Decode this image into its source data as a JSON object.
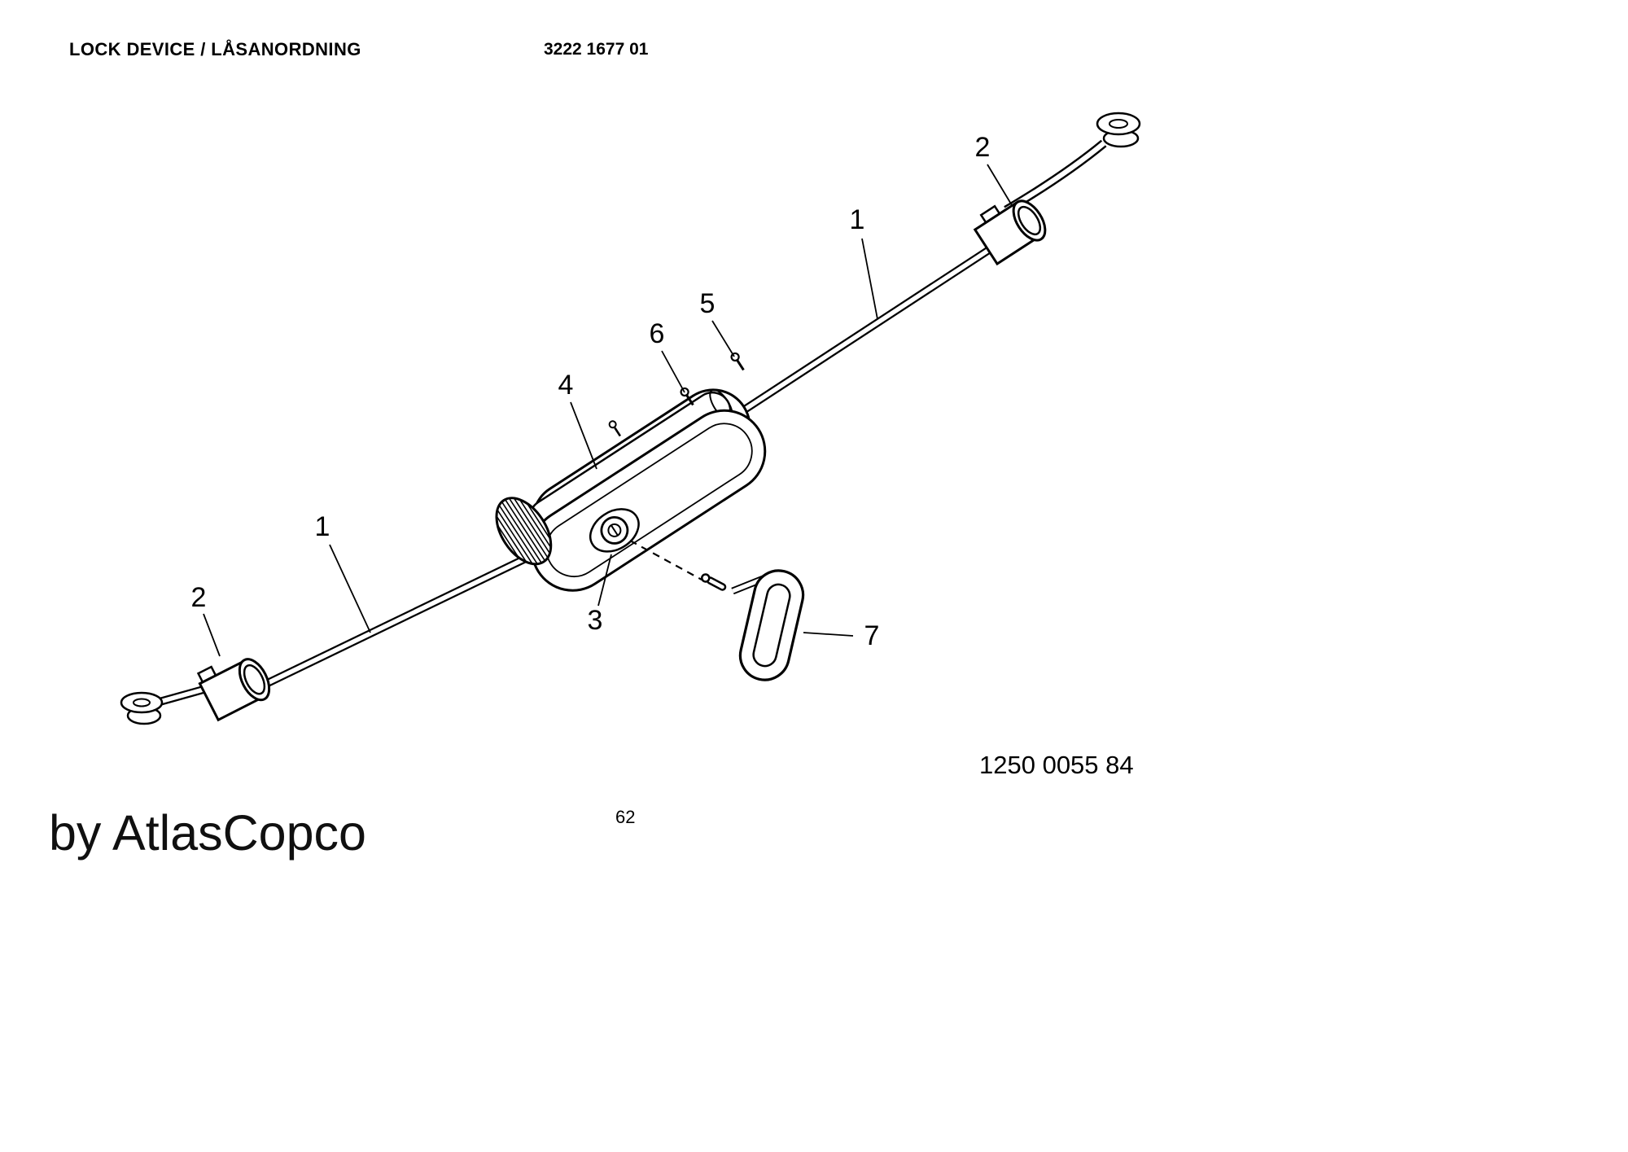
{
  "page": {
    "title": "LOCK DEVICE / LÅSANORDNING",
    "document_number": "3222 1677 01",
    "figure_number": "1250 0055 84",
    "page_number": "62",
    "watermark": "by AtlasCopco"
  },
  "diagram": {
    "callouts": [
      {
        "label": "2"
      },
      {
        "label": "1"
      },
      {
        "label": "5"
      },
      {
        "label": "6"
      },
      {
        "label": "4"
      },
      {
        "label": "1"
      },
      {
        "label": "2"
      },
      {
        "label": "3"
      },
      {
        "label": "7"
      }
    ]
  }
}
